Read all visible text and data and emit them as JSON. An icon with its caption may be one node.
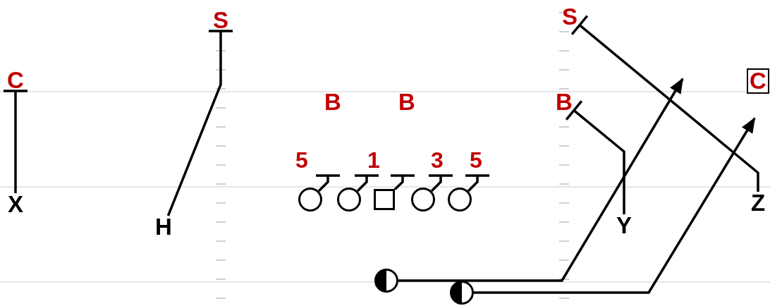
{
  "diagram": {
    "nodes": [
      {
        "text": [
          "S"
        ]
      },
      {
        "text": [
          "S"
        ]
      },
      {
        "text": [
          "C"
        ]
      },
      {
        "text": [
          "C"
        ]
      },
      {
        "text": [
          "B"
        ]
      },
      {
        "text": [
          "B"
        ]
      },
      {
        "text": [
          "B"
        ]
      },
      {
        "text": [],
        "shape": "circle"
      },
      {
        "text": [],
        "shape": "circle"
      },
      {
        "text": [],
        "shape": "box"
      },
      {
        "text": [],
        "shape": "circle"
      },
      {
        "text": [],
        "shape": "circle"
      },
      {
        "text": [
          "X"
        ]
      },
      {
        "text": [
          "Z"
        ]
      },
      {
        "text": [
          "H"
        ]
      },
      {
        "text": [
          "Y"
        ]
      },
      {
        "text": [],
        "shape": "circle"
      },
      {
        "text": [],
        "shape": "circle"
      }
    ],
    "edges": [
      {
        "from": 12,
        "to": 2,
        "arrow": "other"
      },
      {
        "from": 14,
        "to": 0,
        "arrow": "other"
      },
      {
        "from": 15,
        "to": 6,
        "arrow": "other"
      },
      {
        "from": 13,
        "to": 1,
        "arrow": "other"
      },
      {
        "from": 7,
        "to": null,
        "arrow": "other"
      },
      {
        "from": 8,
        "to": null,
        "arrow": "other"
      },
      {
        "from": 9,
        "to": null,
        "arrow": "other"
      },
      {
        "from": 10,
        "to": null,
        "arrow": "other"
      },
      {
        "from": 11,
        "to": null,
        "arrow": "other"
      },
      {
        "from": 16,
        "to": null,
        "arrow": "to"
      },
      {
        "from": 17,
        "to": null,
        "arrow": "to"
      }
    ],
    "labels": [
      "5",
      "1",
      "3",
      "5"
    ]
  }
}
